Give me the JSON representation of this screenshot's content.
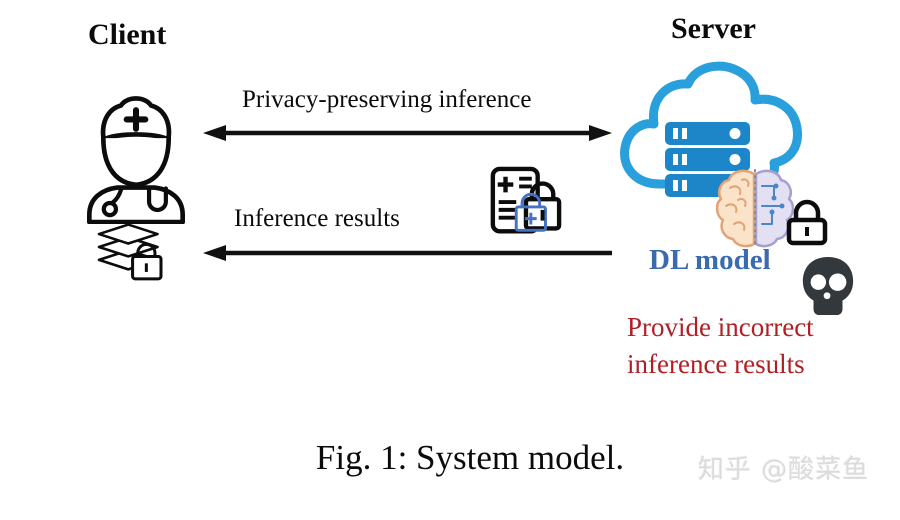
{
  "figure": {
    "client_label": "Client",
    "server_label": "Server",
    "top_arrow_label": "Privacy-preserving inference",
    "bottom_arrow_label": "Inference results",
    "dl_model_label": "DL model",
    "threat_line1": "Provide incorrect",
    "threat_line2": "inference results",
    "caption": "Fig. 1: System model.",
    "watermark": "知乎 @酸菜鱼"
  },
  "icons": {
    "client": "doctor-icon",
    "client_data": "encrypted-layers-icon",
    "message": "encrypted-report-icon",
    "server": "cloud-servers-icon",
    "model": "brain-icon",
    "model_lock": "lock-icon",
    "threat": "skull-icon"
  },
  "colors": {
    "cloud_blue": "#29A0DC",
    "server_rack_blue": "#1C86C8",
    "dl_model_blue": "#3A6AB0",
    "threat_red": "#B11E24",
    "skull_dark": "#33383D",
    "brain_left_fill": "#FAE3C8",
    "brain_left_stroke": "#E2A377",
    "brain_right_fill": "#E3E0F4",
    "brain_right_stroke": "#A5A0D0",
    "circuit_blue": "#4A86C8",
    "doc_lock_blue": "#4472C4",
    "arrow_black": "#111111",
    "watermark_gray": "#DBDBDB"
  }
}
